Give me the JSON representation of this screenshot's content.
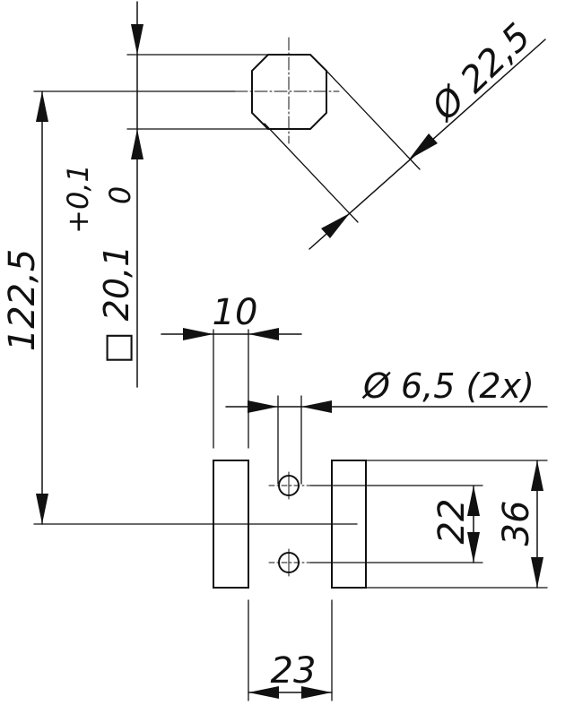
{
  "drawing": {
    "stroke_color": "#111111",
    "background": "#ffffff",
    "labels": {
      "diameter_large": "Ø 22,5",
      "height_total": "122,5",
      "square_size": "□ 20,1",
      "tolerance_upper": "+0,1",
      "tolerance_lower": "0",
      "slot_width": "10",
      "diameter_holes": "Ø 6,5 (2x)",
      "hole_spacing": "22",
      "block_height": "36",
      "spacing_bottom": "23"
    }
  }
}
